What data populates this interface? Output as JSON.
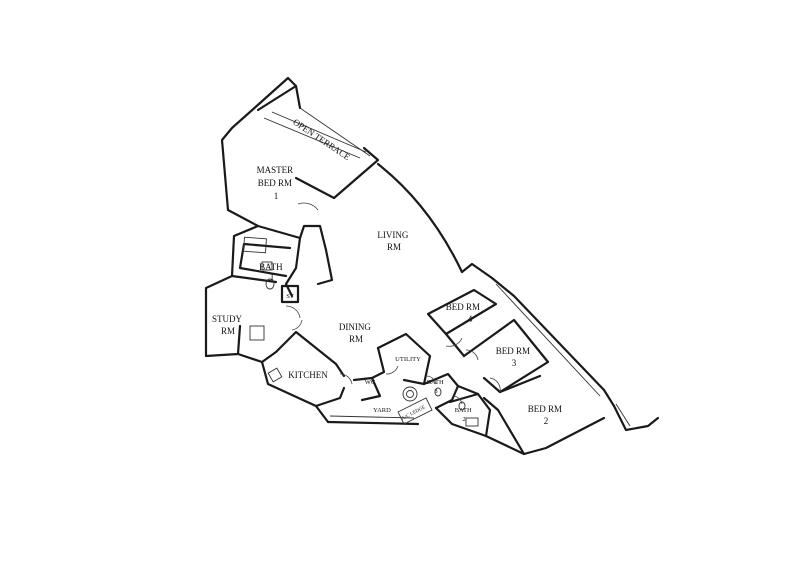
{
  "rooms": {
    "open_terrace": "OPEN TERRACE",
    "master_bed": [
      "MASTER",
      "BED RM",
      "1"
    ],
    "living": [
      "LIVING",
      "RM"
    ],
    "bath1": [
      "BATH",
      "1"
    ],
    "st": "ST",
    "study": [
      "STUDY",
      "RM"
    ],
    "dining": [
      "DINING",
      "RM"
    ],
    "kitchen": "KITCHEN",
    "utility": "UTILITY",
    "wc": "WC",
    "yard": "YARD",
    "ac_ledge": "A/C LEDGE",
    "bath3": [
      "BATH",
      "3"
    ],
    "bath2": [
      "BATH",
      "2"
    ],
    "bed4": [
      "BED RM",
      "4"
    ],
    "bed3": [
      "BED RM",
      "3"
    ],
    "bed2": [
      "BED RM",
      "2"
    ]
  }
}
